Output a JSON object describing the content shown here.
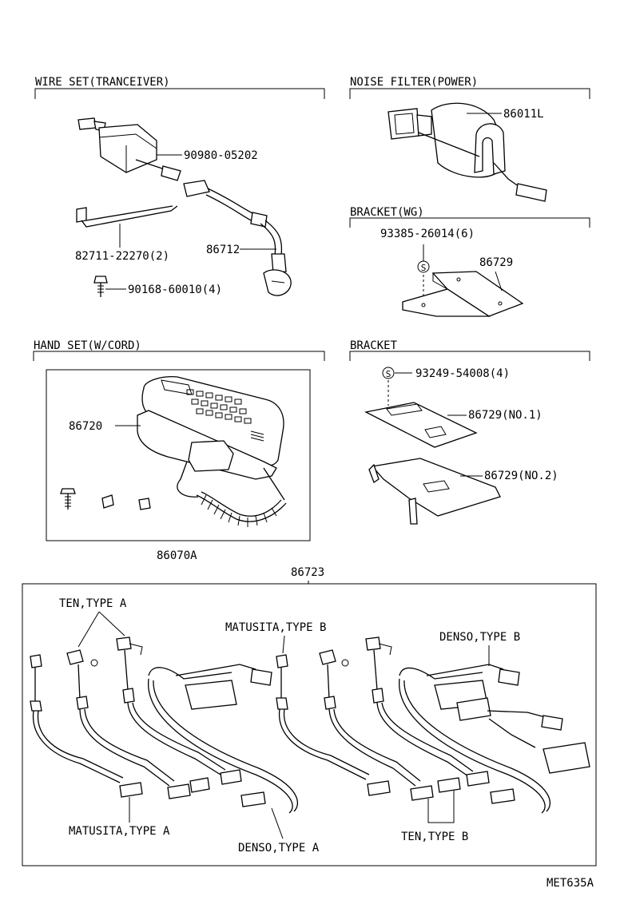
{
  "sections": {
    "wire_set": "WIRE SET(TRANCEIVER)",
    "noise_filter": "NOISE FILTER(POWER)",
    "bracket_wg": "BRACKET(WG)",
    "hand_set": "HAND SET(W/CORD)",
    "bracket": "BRACKET"
  },
  "parts": {
    "p90980": "90980-05202",
    "p82711": "82711-22270(2)",
    "p86712": "86712",
    "p90168": "90168-60010(4)",
    "p86011L": "86011L",
    "p93385": "93385-26014(6)",
    "p86729": "86729",
    "p86720": "86720",
    "p86070A": "86070A",
    "p93249": "93249-54008(4)",
    "p86729_no1": "86729(NO.1)",
    "p86729_no2": "86729(NO.2)",
    "p86723": "86723"
  },
  "harness": {
    "ten_a": "TEN,TYPE A",
    "matusita_b": "MATUSITA,TYPE B",
    "denso_b": "DENSO,TYPE B",
    "matusita_a": "MATUSITA,TYPE A",
    "denso_a": "DENSO,TYPE A",
    "ten_b": "TEN,TYPE B"
  },
  "symbols": {
    "screw_mark_1": "S",
    "screw_mark_2": "S"
  },
  "drawing_code": "MET635A"
}
